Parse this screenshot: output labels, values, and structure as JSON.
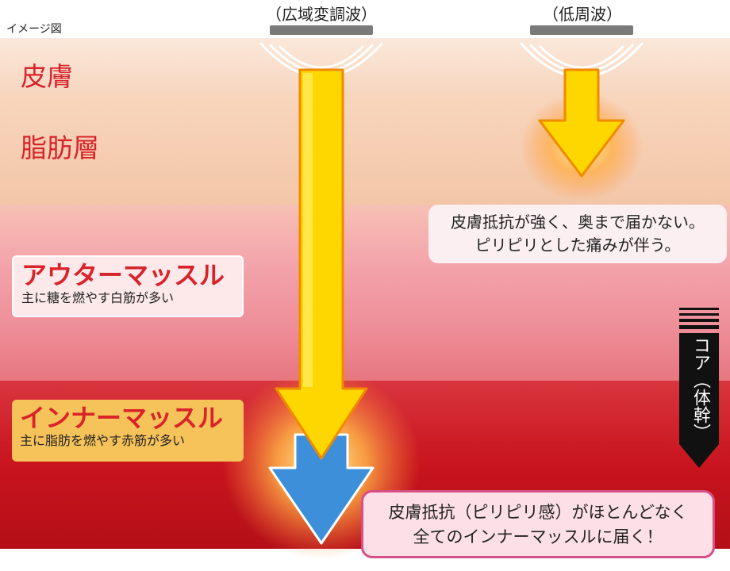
{
  "caption": "イメージ図",
  "devices": {
    "wide": "（広域変調波）",
    "low": "（低周波）"
  },
  "layers": {
    "skin": "皮膚",
    "fat": "脂肪層"
  },
  "outer": {
    "title": "アウターマッスル",
    "sub": "主に糖を燃やす白筋が多い"
  },
  "inner": {
    "title": "インナーマッスル",
    "sub": "主に脂肪を燃やす赤筋が多い"
  },
  "note_low": {
    "line1": "皮膚抵抗が強く、奥まで届かない。",
    "line2": "ピリピリとした痛みが伴う。"
  },
  "note_wide": {
    "line1": "皮膚抵抗（ピリピリ感）がほとんどなく",
    "line2": "全てのインナーマッスルに届く！"
  },
  "core": "コア（体幹）",
  "colors": {
    "skin": "#f8dcc7",
    "fat": "#f5cfb2",
    "outer_muscle": "#f0a4ac",
    "inner_muscle": "#c8141e",
    "label_red": "#d9232a",
    "arrow_yellow": "#ffd700",
    "arrow_blue": "#3d8fd9",
    "inner_box": "#f6c25a"
  }
}
